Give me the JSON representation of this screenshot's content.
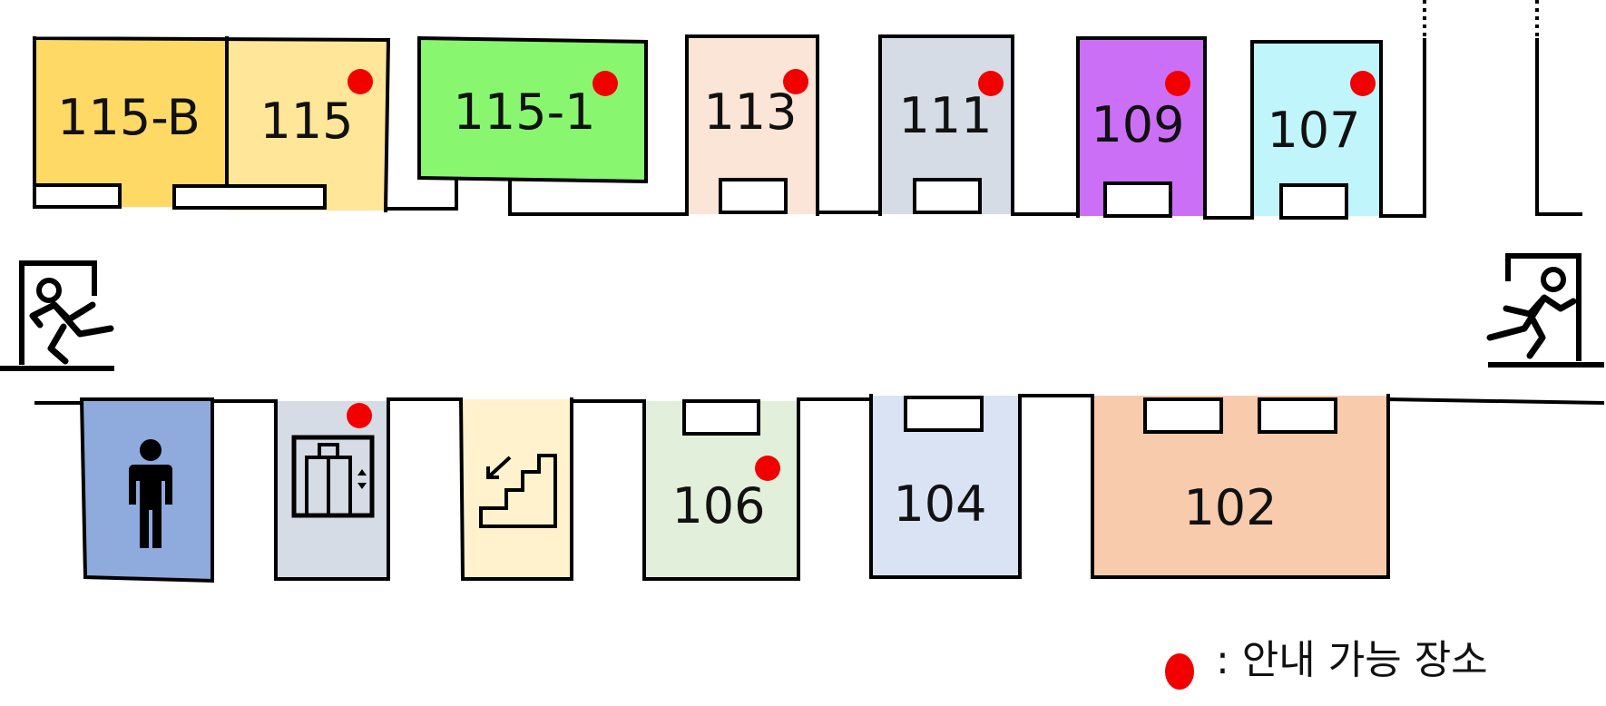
{
  "rooms": {
    "r115b": {
      "label": "115-B",
      "color": "#ffd966"
    },
    "r115": {
      "label": "115",
      "color": "#ffe699",
      "guide_available": true
    },
    "r115_1": {
      "label": "115-1",
      "color": "#88f76f",
      "guide_available": true
    },
    "r113": {
      "label": "113",
      "color": "#fbe5d6",
      "guide_available": true
    },
    "r111": {
      "label": "111",
      "color": "#d6dce5",
      "guide_available": true
    },
    "r109": {
      "label": "109",
      "color": "#cc6ff7",
      "guide_available": true
    },
    "r107": {
      "label": "107",
      "color": "#c0f5fb",
      "guide_available": true
    },
    "r106": {
      "label": "106",
      "color": "#e2efda",
      "guide_available": true
    },
    "r104": {
      "label": "104",
      "color": "#dae3f3"
    },
    "r102": {
      "label": "102",
      "color": "#f8cbad"
    }
  },
  "facilities": {
    "restroom": {
      "icon": "person-icon",
      "color": "#8faadc"
    },
    "elevator": {
      "icon": "elevator-icon",
      "color": "#d6dce5",
      "guide_available": true
    },
    "stairs": {
      "icon": "stairs-down-icon",
      "color": "#fff2cc"
    },
    "exits": {
      "icon": "emergency-exit-icon"
    }
  },
  "legend": {
    "marker_color": "#f20000",
    "text": ": 안내 가능 장소"
  }
}
